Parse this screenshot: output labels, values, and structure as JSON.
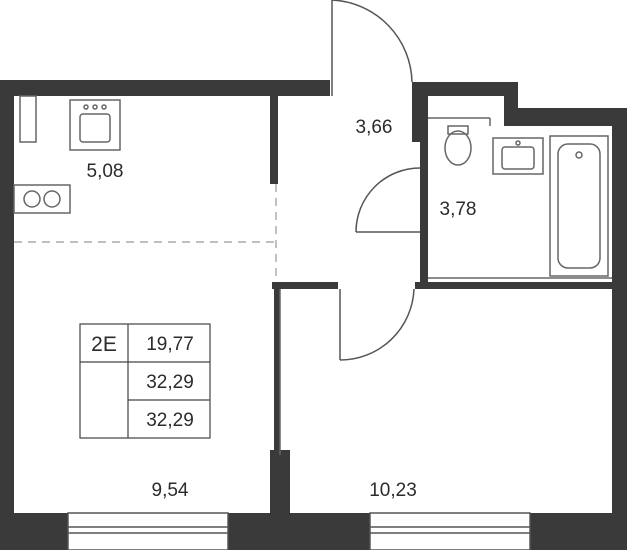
{
  "rooms": {
    "kitchen": "5,08",
    "hall": "3,66",
    "bathroom": "3,78",
    "living": "9,54",
    "bedroom": "10,23"
  },
  "info": {
    "apartment_type": "2E",
    "living_area": "19,77",
    "total_area": "32,29",
    "total_area_balcony": "32,29"
  },
  "colors": {
    "wall": "#3a3a3a",
    "line": "#666666"
  }
}
